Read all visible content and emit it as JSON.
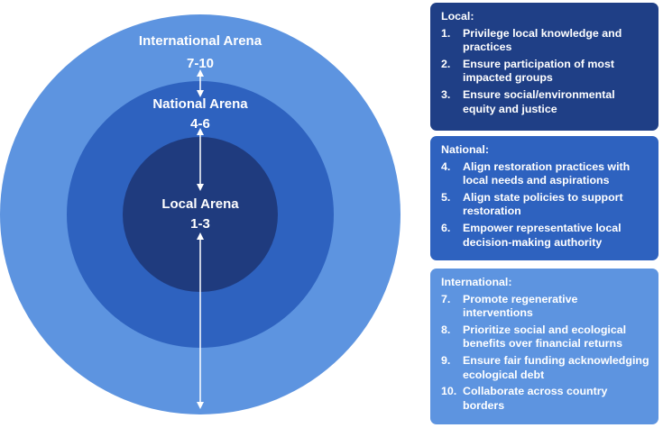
{
  "diagram": {
    "circles": [
      {
        "id": "international",
        "label": "International Arena",
        "range": "7-10",
        "color": "#5d94e0"
      },
      {
        "id": "national",
        "label": "National Arena",
        "range": "4-6",
        "color": "#2e62bf"
      },
      {
        "id": "local",
        "label": "Local Arena",
        "range": "1-3",
        "color": "#1f3b7e"
      }
    ],
    "arrow_color": "#ffffff"
  },
  "panels": {
    "local": {
      "title": "Local:",
      "color": "#1f3f86",
      "items": [
        {
          "num": "1.",
          "text": "Privilege local knowledge and practices"
        },
        {
          "num": "2.",
          "text": "Ensure participation of most impacted groups"
        },
        {
          "num": "3.",
          "text": "Ensure social/environmental equity and justice"
        }
      ]
    },
    "national": {
      "title": "National:",
      "color": "#2e62bf",
      "items": [
        {
          "num": "4.",
          "text": "Align restoration practices with local needs and aspirations"
        },
        {
          "num": "5.",
          "text": "Align state policies to support restoration"
        },
        {
          "num": "6.",
          "text": "Empower representative local decision-making authority"
        }
      ]
    },
    "international": {
      "title": "International:",
      "color": "#5d94e0",
      "items": [
        {
          "num": "7.",
          "text": "Promote regenerative interventions"
        },
        {
          "num": "8.",
          "text": "Prioritize social and ecological benefits over financial returns"
        },
        {
          "num": "9.",
          "text": "Ensure fair funding acknowledging ecological debt"
        },
        {
          "num": "10.",
          "text": "Collaborate across country borders"
        }
      ]
    }
  }
}
